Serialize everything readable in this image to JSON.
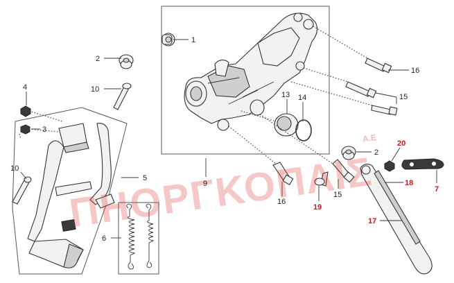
{
  "diagram": {
    "watermark": "ΠΗΟΡΓΚΟΠΛΙΣ",
    "watermark_suffix": "Α.Ε",
    "callouts": [
      {
        "id": "c1",
        "text": "1",
        "highlight": false
      },
      {
        "id": "c2a",
        "text": "2",
        "highlight": false
      },
      {
        "id": "c2b",
        "text": "2",
        "highlight": false
      },
      {
        "id": "c3",
        "text": "3",
        "highlight": false
      },
      {
        "id": "c4",
        "text": "4",
        "highlight": false
      },
      {
        "id": "c5",
        "text": "5",
        "highlight": false
      },
      {
        "id": "c6",
        "text": "6",
        "highlight": false
      },
      {
        "id": "c7",
        "text": "7",
        "highlight": true
      },
      {
        "id": "c9",
        "text": "9",
        "highlight": false
      },
      {
        "id": "c10a",
        "text": "10",
        "highlight": false
      },
      {
        "id": "c10b",
        "text": "10",
        "highlight": false
      },
      {
        "id": "c13",
        "text": "13",
        "highlight": false
      },
      {
        "id": "c14",
        "text": "14",
        "highlight": false
      },
      {
        "id": "c15a",
        "text": "15",
        "highlight": false
      },
      {
        "id": "c15b",
        "text": "15",
        "highlight": false
      },
      {
        "id": "c16a",
        "text": "16",
        "highlight": false
      },
      {
        "id": "c16b",
        "text": "16",
        "highlight": false
      },
      {
        "id": "c17",
        "text": "17",
        "highlight": true
      },
      {
        "id": "c18",
        "text": "18",
        "highlight": true
      },
      {
        "id": "c19",
        "text": "19",
        "highlight": true
      },
      {
        "id": "c20",
        "text": "20",
        "highlight": true
      }
    ],
    "colors": {
      "line": "#333333",
      "highlight_label": "#d0121b",
      "watermark": "#e03a3a"
    }
  }
}
